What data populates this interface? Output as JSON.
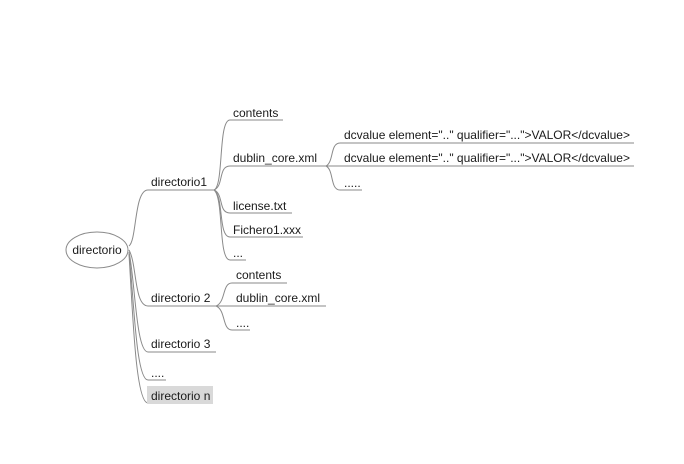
{
  "root": {
    "label": "directorio"
  },
  "branches": [
    {
      "label": "directorio1",
      "children": [
        {
          "label": "contents"
        },
        {
          "label": "dublin_core.xml",
          "children": [
            {
              "label": "dcvalue element=\"..\" qualifier=\"...\">VALOR</dcvalue>"
            },
            {
              "label": "dcvalue element=\"..\" qualifier=\"...\">VALOR</dcvalue>"
            },
            {
              "label": "....."
            }
          ]
        },
        {
          "label": "license.txt"
        },
        {
          "label": "Fichero1.xxx"
        },
        {
          "label": "..."
        }
      ]
    },
    {
      "label": "directorio 2",
      "children": [
        {
          "label": "contents"
        },
        {
          "label": "dublin_core.xml"
        },
        {
          "label": "...."
        }
      ]
    },
    {
      "label": "directorio 3"
    },
    {
      "label": "...."
    },
    {
      "label": "directorio n",
      "highlighted": true
    }
  ],
  "colors": {
    "line": "#8a8a8a",
    "text": "#1a1a1a",
    "highlight": "#d9d9d9"
  }
}
